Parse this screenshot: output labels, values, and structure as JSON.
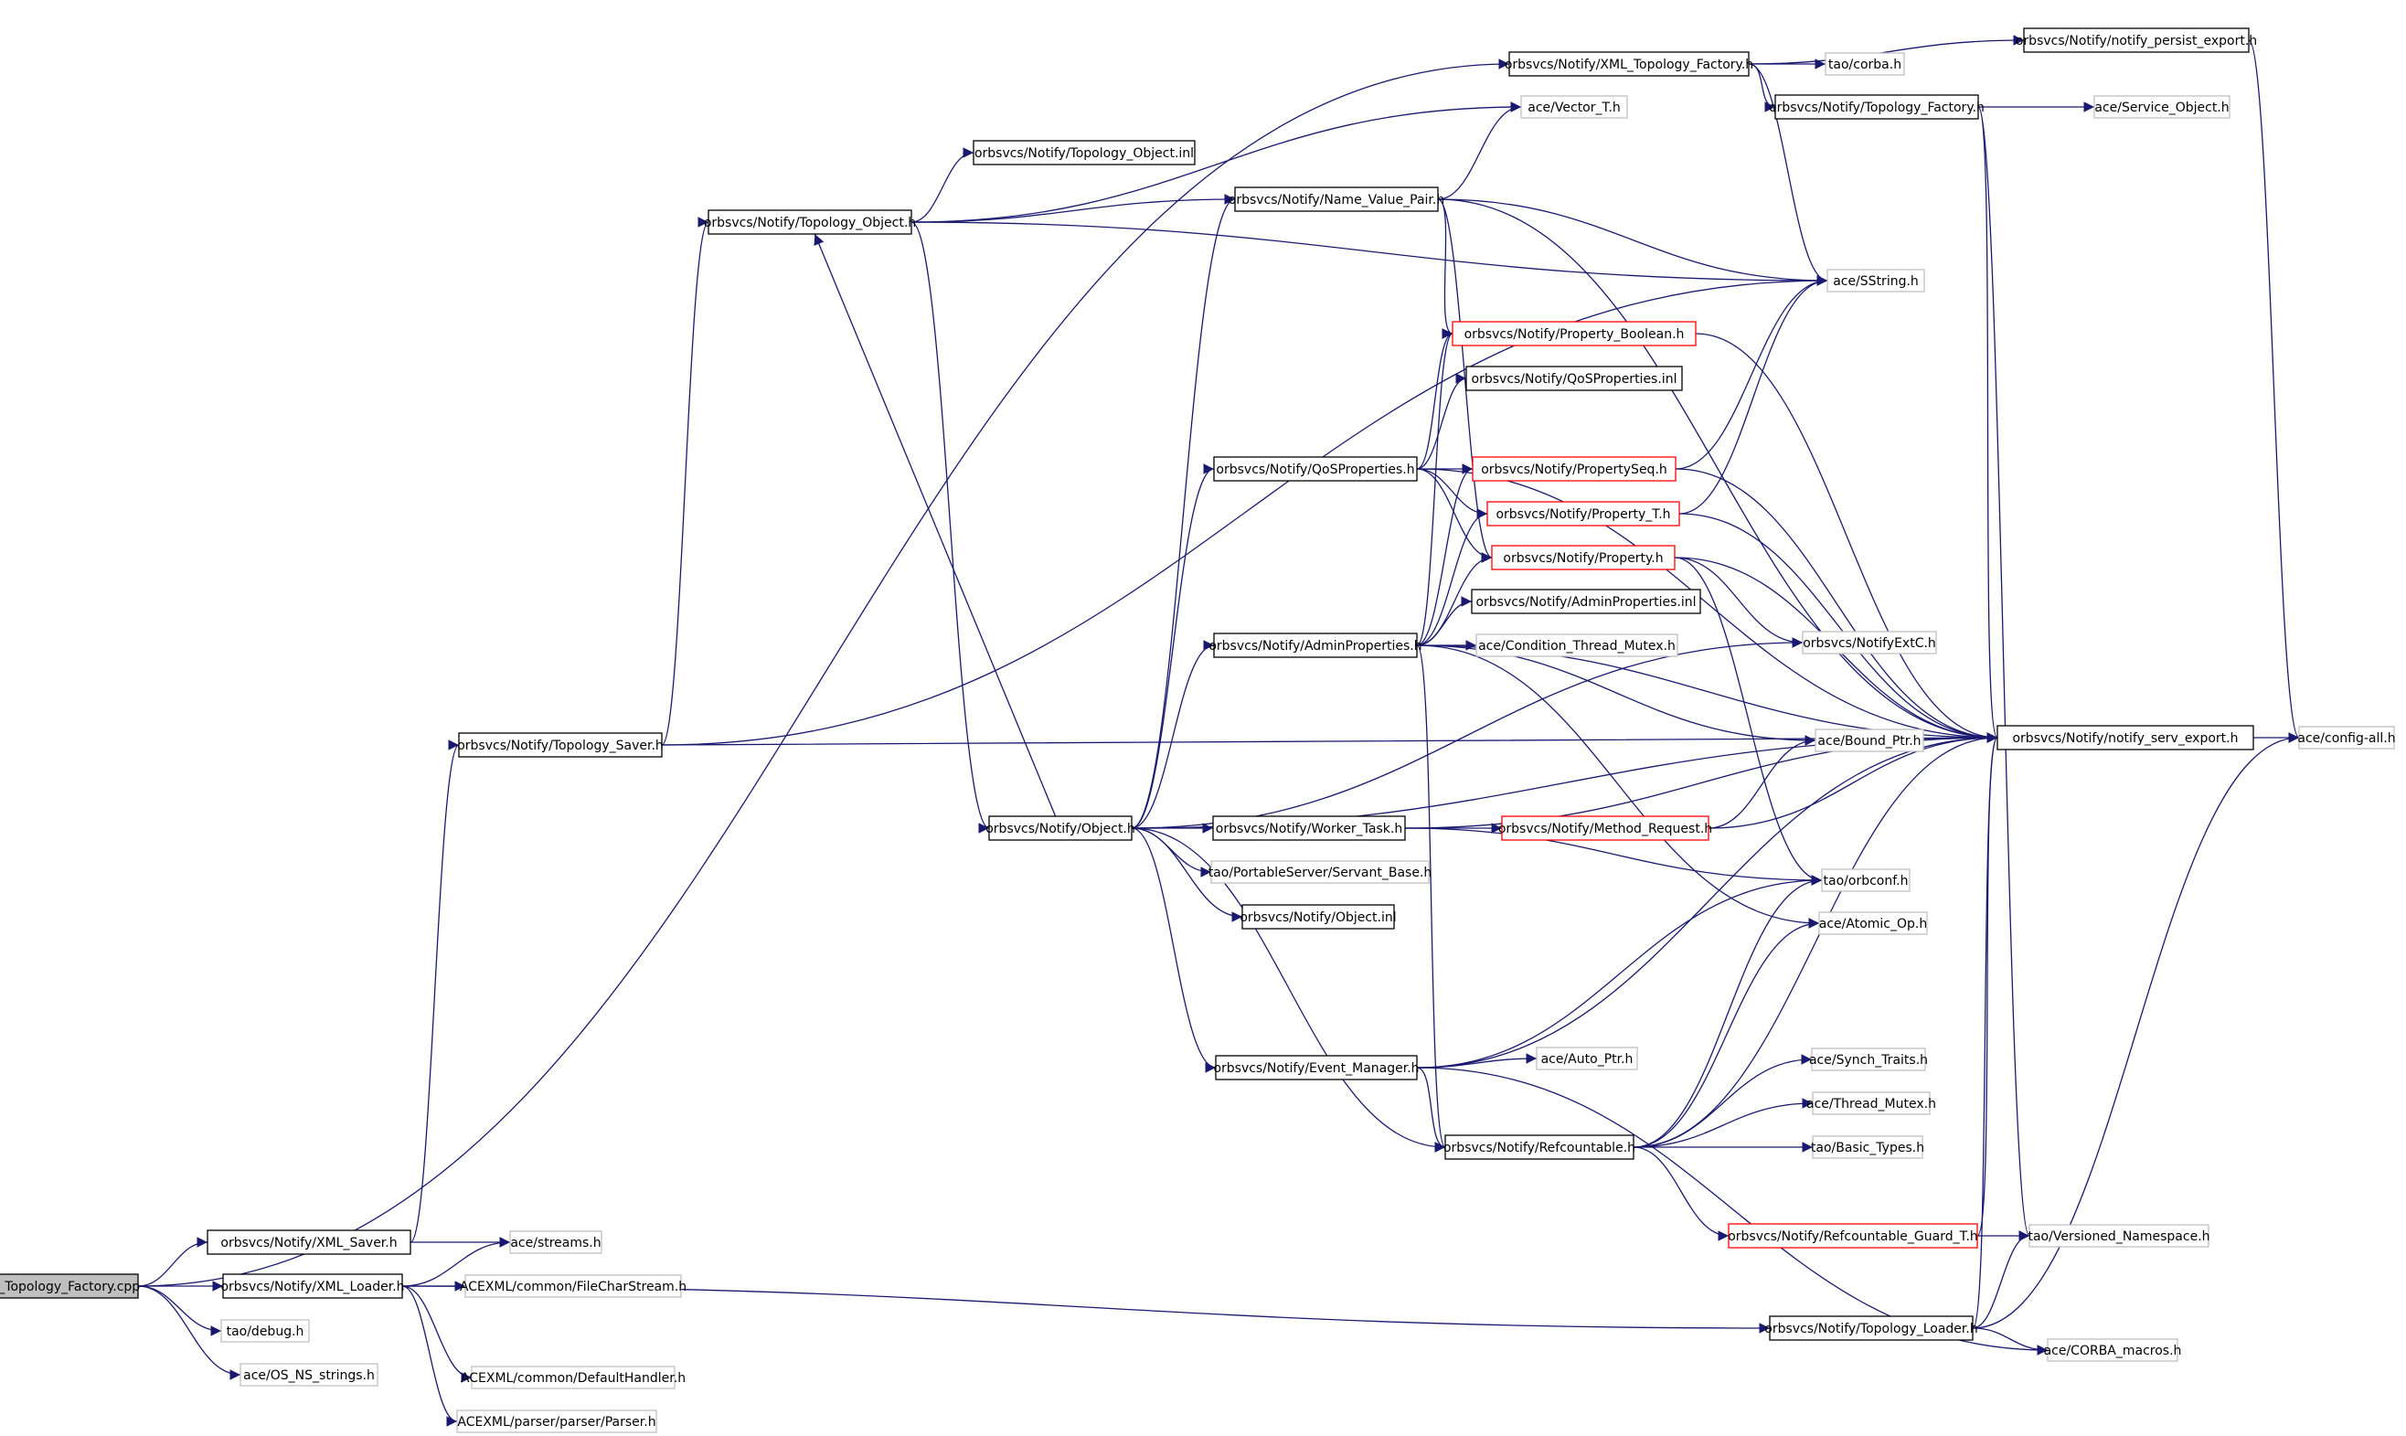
{
  "colors": {
    "edge": "#191970",
    "border_documented": "#000000",
    "border_undocumented": "#c0c0c0",
    "border_truncated": "#ff0000",
    "root_fill": "#bfbfbf",
    "node_fill": "#ffffff"
  },
  "nodes": [
    {
      "id": "root",
      "label": "XML_Topology_Factory.cpp",
      "kind": "root"
    },
    {
      "id": "xml_saver",
      "label": "orbsvcs/Notify/XML_Saver.h",
      "kind": "documented"
    },
    {
      "id": "xml_loader",
      "label": "orbsvcs/Notify/XML_Loader.h",
      "kind": "documented"
    },
    {
      "id": "tao_debug",
      "label": "tao/debug.h",
      "kind": "undocumented"
    },
    {
      "id": "ace_os_ns",
      "label": "ace/OS_NS_strings.h",
      "kind": "undocumented"
    },
    {
      "id": "ace_streams",
      "label": "ace/streams.h",
      "kind": "undocumented"
    },
    {
      "id": "acexml_filechar",
      "label": "ACEXML/common/FileCharStream.h",
      "kind": "undocumented"
    },
    {
      "id": "acexml_defhandler",
      "label": "ACEXML/common/DefaultHandler.h",
      "kind": "undocumented"
    },
    {
      "id": "acexml_parser",
      "label": "ACEXML/parser/parser/Parser.h",
      "kind": "undocumented"
    },
    {
      "id": "topo_saver",
      "label": "orbsvcs/Notify/Topology_Saver.h",
      "kind": "documented"
    },
    {
      "id": "topo_object",
      "label": "orbsvcs/Notify/Topology_Object.h",
      "kind": "documented"
    },
    {
      "id": "topo_object_inl",
      "label": "orbsvcs/Notify/Topology_Object.inl",
      "kind": "documented"
    },
    {
      "id": "name_value",
      "label": "orbsvcs/Notify/Name_Value_Pair.h",
      "kind": "documented"
    },
    {
      "id": "ace_vector",
      "label": "ace/Vector_T.h",
      "kind": "undocumented"
    },
    {
      "id": "xml_topo_factory",
      "label": "orbsvcs/Notify/XML_Topology_Factory.h",
      "kind": "documented"
    },
    {
      "id": "tao_corba",
      "label": "tao/corba.h",
      "kind": "undocumented"
    },
    {
      "id": "persist_export",
      "label": "orbsvcs/Notify/notify_persist_export.h",
      "kind": "documented"
    },
    {
      "id": "topo_factory",
      "label": "orbsvcs/Notify/Topology_Factory.h",
      "kind": "documented"
    },
    {
      "id": "ace_service_obj",
      "label": "ace/Service_Object.h",
      "kind": "undocumented"
    },
    {
      "id": "ace_sstring",
      "label": "ace/SString.h",
      "kind": "undocumented"
    },
    {
      "id": "prop_boolean",
      "label": "orbsvcs/Notify/Property_Boolean.h",
      "kind": "truncated"
    },
    {
      "id": "qos_inl",
      "label": "orbsvcs/Notify/QoSProperties.inl",
      "kind": "documented"
    },
    {
      "id": "qos_props",
      "label": "orbsvcs/Notify/QoSProperties.h",
      "kind": "documented"
    },
    {
      "id": "prop_seq",
      "label": "orbsvcs/Notify/PropertySeq.h",
      "kind": "truncated"
    },
    {
      "id": "prop_t",
      "label": "orbsvcs/Notify/Property_T.h",
      "kind": "truncated"
    },
    {
      "id": "property",
      "label": "orbsvcs/Notify/Property.h",
      "kind": "truncated"
    },
    {
      "id": "admin_inl",
      "label": "orbsvcs/Notify/AdminProperties.inl",
      "kind": "documented"
    },
    {
      "id": "admin_props",
      "label": "orbsvcs/Notify/AdminProperties.h",
      "kind": "documented"
    },
    {
      "id": "cond_mutex",
      "label": "ace/Condition_Thread_Mutex.h",
      "kind": "undocumented"
    },
    {
      "id": "notify_extc",
      "label": "orbsvcs/NotifyExtC.h",
      "kind": "undocumented"
    },
    {
      "id": "serv_export",
      "label": "orbsvcs/Notify/notify_serv_export.h",
      "kind": "documented"
    },
    {
      "id": "config_all",
      "label": "ace/config-all.h",
      "kind": "undocumented"
    },
    {
      "id": "bound_ptr",
      "label": "ace/Bound_Ptr.h",
      "kind": "undocumented"
    },
    {
      "id": "object_h",
      "label": "orbsvcs/Notify/Object.h",
      "kind": "documented"
    },
    {
      "id": "worker_task",
      "label": "orbsvcs/Notify/Worker_Task.h",
      "kind": "documented"
    },
    {
      "id": "method_req",
      "label": "orbsvcs/Notify/Method_Request.h",
      "kind": "truncated"
    },
    {
      "id": "servant_base",
      "label": "tao/PortableServer/Servant_Base.h",
      "kind": "undocumented"
    },
    {
      "id": "tao_orbconf",
      "label": "tao/orbconf.h",
      "kind": "undocumented"
    },
    {
      "id": "object_inl",
      "label": "orbsvcs/Notify/Object.inl",
      "kind": "documented"
    },
    {
      "id": "atomic_op",
      "label": "ace/Atomic_Op.h",
      "kind": "undocumented"
    },
    {
      "id": "event_mgr",
      "label": "orbsvcs/Notify/Event_Manager.h",
      "kind": "documented"
    },
    {
      "id": "auto_ptr",
      "label": "ace/Auto_Ptr.h",
      "kind": "undocumented"
    },
    {
      "id": "synch_traits",
      "label": "ace/Synch_Traits.h",
      "kind": "undocumented"
    },
    {
      "id": "thread_mutex",
      "label": "ace/Thread_Mutex.h",
      "kind": "undocumented"
    },
    {
      "id": "refcountable",
      "label": "orbsvcs/Notify/Refcountable.h",
      "kind": "documented"
    },
    {
      "id": "basic_types",
      "label": "tao/Basic_Types.h",
      "kind": "undocumented"
    },
    {
      "id": "refc_guard",
      "label": "orbsvcs/Notify/Refcountable_Guard_T.h",
      "kind": "truncated"
    },
    {
      "id": "versioned_ns",
      "label": "tao/Versioned_Namespace.h",
      "kind": "undocumented"
    },
    {
      "id": "topo_loader",
      "label": "orbsvcs/Notify/Topology_Loader.h",
      "kind": "documented"
    },
    {
      "id": "corba_macros",
      "label": "ace/CORBA_macros.h",
      "kind": "undocumented"
    }
  ],
  "edges": [
    [
      "root",
      "xml_saver"
    ],
    [
      "root",
      "xml_loader"
    ],
    [
      "root",
      "tao_debug"
    ],
    [
      "root",
      "ace_os_ns"
    ],
    [
      "root",
      "xml_topo_factory"
    ],
    [
      "xml_saver",
      "ace_streams"
    ],
    [
      "xml_saver",
      "topo_saver"
    ],
    [
      "xml_loader",
      "ace_streams"
    ],
    [
      "xml_loader",
      "acexml_filechar"
    ],
    [
      "xml_loader",
      "acexml_defhandler"
    ],
    [
      "xml_loader",
      "acexml_parser"
    ],
    [
      "xml_loader",
      "topo_loader"
    ],
    [
      "topo_saver",
      "topo_object"
    ],
    [
      "topo_saver",
      "ace_sstring"
    ],
    [
      "topo_saver",
      "serv_export"
    ],
    [
      "topo_object",
      "topo_object_inl"
    ],
    [
      "topo_object",
      "name_value"
    ],
    [
      "topo_object",
      "ace_vector"
    ],
    [
      "topo_object",
      "ace_sstring"
    ],
    [
      "topo_object",
      "object_h"
    ],
    [
      "name_value",
      "ace_vector"
    ],
    [
      "name_value",
      "ace_sstring"
    ],
    [
      "name_value",
      "prop_boolean"
    ],
    [
      "name_value",
      "property"
    ],
    [
      "name_value",
      "serv_export"
    ],
    [
      "xml_topo_factory",
      "tao_corba"
    ],
    [
      "xml_topo_factory",
      "persist_export"
    ],
    [
      "xml_topo_factory",
      "topo_factory"
    ],
    [
      "xml_topo_factory",
      "ace_sstring"
    ],
    [
      "persist_export",
      "config_all"
    ],
    [
      "topo_factory",
      "ace_service_obj"
    ],
    [
      "topo_factory",
      "serv_export"
    ],
    [
      "topo_factory",
      "versioned_ns"
    ],
    [
      "prop_boolean",
      "serv_export"
    ],
    [
      "qos_props",
      "prop_boolean"
    ],
    [
      "qos_props",
      "qos_inl"
    ],
    [
      "qos_props",
      "prop_seq"
    ],
    [
      "qos_props",
      "prop_t"
    ],
    [
      "qos_props",
      "property"
    ],
    [
      "qos_props",
      "serv_export"
    ],
    [
      "prop_seq",
      "ace_sstring"
    ],
    [
      "prop_seq",
      "serv_export"
    ],
    [
      "prop_t",
      "ace_sstring"
    ],
    [
      "prop_t",
      "serv_export"
    ],
    [
      "property",
      "notify_extc"
    ],
    [
      "property",
      "serv_export"
    ],
    [
      "property",
      "tao_orbconf"
    ],
    [
      "admin_props",
      "admin_inl"
    ],
    [
      "admin_props",
      "cond_mutex"
    ],
    [
      "admin_props",
      "serv_export"
    ],
    [
      "admin_props",
      "bound_ptr"
    ],
    [
      "admin_props",
      "property"
    ],
    [
      "admin_props",
      "prop_t"
    ],
    [
      "admin_props",
      "prop_seq"
    ],
    [
      "admin_props",
      "prop_boolean"
    ],
    [
      "admin_props",
      "refcountable"
    ],
    [
      "admin_props",
      "atomic_op"
    ],
    [
      "serv_export",
      "config_all"
    ],
    [
      "object_h",
      "topo_object"
    ],
    [
      "object_h",
      "name_value"
    ],
    [
      "object_h",
      "qos_props"
    ],
    [
      "object_h",
      "admin_props"
    ],
    [
      "object_h",
      "notify_extc"
    ],
    [
      "object_h",
      "worker_task"
    ],
    [
      "object_h",
      "servant_base"
    ],
    [
      "object_h",
      "object_inl"
    ],
    [
      "object_h",
      "event_mgr"
    ],
    [
      "object_h",
      "refcountable"
    ],
    [
      "object_h",
      "serv_export"
    ],
    [
      "worker_task",
      "method_req"
    ],
    [
      "worker_task",
      "tao_orbconf"
    ],
    [
      "worker_task",
      "serv_export"
    ],
    [
      "method_req",
      "bound_ptr"
    ],
    [
      "method_req",
      "serv_export"
    ],
    [
      "event_mgr",
      "auto_ptr"
    ],
    [
      "event_mgr",
      "tao_orbconf"
    ],
    [
      "event_mgr",
      "refcountable"
    ],
    [
      "event_mgr",
      "corba_macros"
    ],
    [
      "event_mgr",
      "serv_export"
    ],
    [
      "refcountable",
      "synch_traits"
    ],
    [
      "refcountable",
      "thread_mutex"
    ],
    [
      "refcountable",
      "basic_types"
    ],
    [
      "refcountable",
      "refc_guard"
    ],
    [
      "refcountable",
      "atomic_op"
    ],
    [
      "refcountable",
      "tao_orbconf"
    ],
    [
      "refcountable",
      "serv_export"
    ],
    [
      "refc_guard",
      "versioned_ns"
    ],
    [
      "refc_guard",
      "serv_export"
    ],
    [
      "topo_loader",
      "versioned_ns"
    ],
    [
      "topo_loader",
      "corba_macros"
    ],
    [
      "topo_loader",
      "config_all"
    ],
    [
      "topo_loader",
      "serv_export"
    ]
  ]
}
